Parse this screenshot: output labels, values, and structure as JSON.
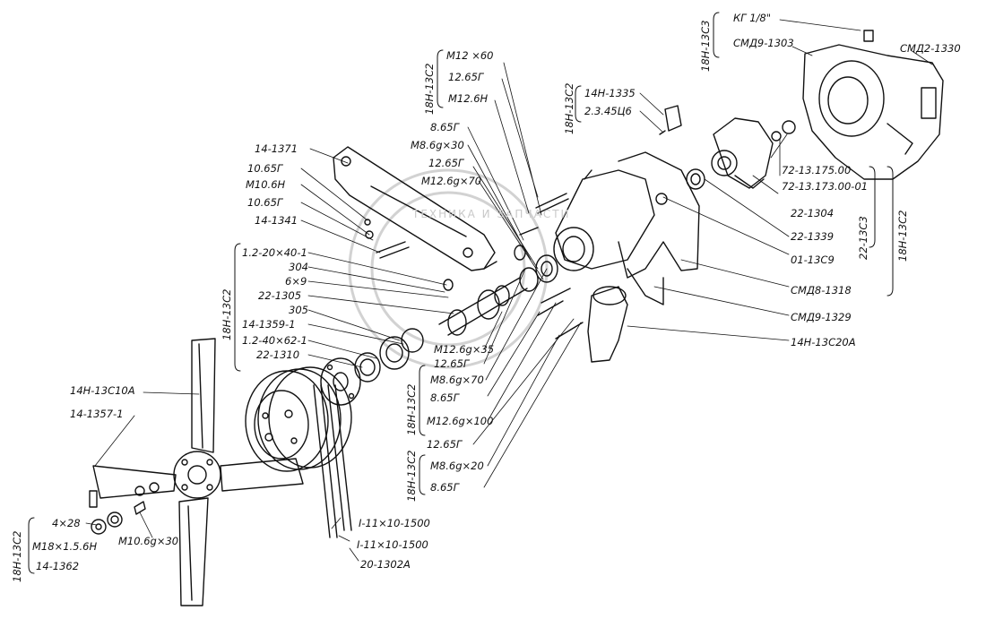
{
  "watermark": "ТЕХНИКА И ЗАПЧАСТИ",
  "labels": {
    "kg18": "КГ 1/8\"",
    "smd9_1303": "СМД9-1303",
    "smd2_1330": "СМД2-1330",
    "m12": "М12 ×60",
    "t12_65g": "12.65Г",
    "m12_6n": "М12.6Н",
    "t14n_1335": "14Н-1335",
    "t2345c6": "2.3.45Ц6",
    "t8_65g_a": "8.65Г",
    "m8_6g_30": "М8.6g×30",
    "t12_65g_b": "12.65Г",
    "m12_6g_70": "М12.6g×70",
    "t14_1371": "14-1371",
    "t10_65g_a": "10.65Г",
    "m10_6n": "М10.6Н",
    "t10_65g_b": "10.65Г",
    "t14_1341": "14-1341",
    "t72_175": "72-13.175.00",
    "t72_173": "72-13.173.00-01",
    "t22_1304": "22-1304",
    "t22_1339": "22-1339",
    "t01_13c9": "01-13С9",
    "smd8_1318": "СМД8-1318",
    "smd9_1329": "СМД9-1329",
    "t14n_13c20a": "14Н-13С20А",
    "t12_20_40": "1.2-20×40-1",
    "t304": "304",
    "t6x9": "6×9",
    "t22_1305": "22-1305",
    "t305": "305",
    "t14_1359": "14-1359-1",
    "t12_40_62": "1.2-40×62-1",
    "t22_1310": "22-1310",
    "m12_6g_35": "М12.6g×35",
    "t12_65g_c": "12.65Г",
    "m8_6g_70": "М8.6g×70",
    "t8_65g_b": "8.65Г",
    "m12_6g_100": "М12.6g×100",
    "t12_65g_d": "12.65Г",
    "m8_6g_20": "М8.6g×20",
    "t8_65g_c": "8.65Г",
    "t14n_13c10a": "14Н-13С10А",
    "t14_1357": "14-1357-1",
    "t4x28": "4×28",
    "m18": "М18×1.5.6Н",
    "m10_6g_30": "М10.6g×30",
    "t14_1362": "14-1362",
    "belt1": "I-11×10-1500",
    "belt2": "I-11×10-1500",
    "t20_1302a": "20-1302А"
  },
  "groups": {
    "g1": "18Н-13С3",
    "g2": "18Н-13С2",
    "g3": "18Н-13С2",
    "g4": "22-13С3",
    "g5": "18Н-13С2",
    "g6": "18Н-13С2",
    "g7": "18Н-13С2",
    "g8": "18Н-13С2",
    "g9": "18Н-13С2"
  }
}
